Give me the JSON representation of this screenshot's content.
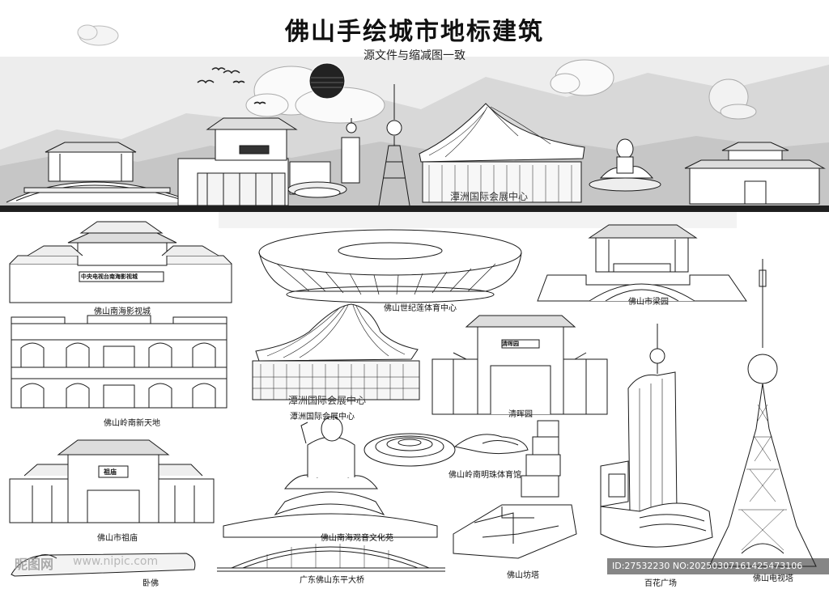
{
  "header": {
    "title": "佛山手绘城市地标建筑",
    "subtitle": "源文件与缩减图一致"
  },
  "skyline": {
    "center_sign": "潭洲国际会展中心"
  },
  "buildings": {
    "nanhai_film_city": {
      "label": "佛山南海影视城",
      "sign": "中央电视台南海影视城"
    },
    "century_lotus": {
      "label": "佛山世纪莲体育中心"
    },
    "liang_garden": {
      "label": "佛山市梁园"
    },
    "lingnan_tiandi": {
      "label": "佛山岭南新天地"
    },
    "tanzhou_expo": {
      "label": "潭洲国际会展中心",
      "sign": "潭洲国际会展中心"
    },
    "qinghui_garden": {
      "label": "清晖园",
      "sign": "清晖园"
    },
    "ancestral_temple": {
      "label": "佛山市祖庙",
      "sign": "祖庙"
    },
    "mingzhu_gym": {
      "label": "佛山岭南明珠体育馆"
    },
    "guanyin_park": {
      "label": "佛山南海观音文化苑"
    },
    "baihua_plaza": {
      "label": "百花广场"
    },
    "tv_tower": {
      "label": "佛山电视塔"
    },
    "fang_tower": {
      "label": "佛山坊塔"
    },
    "dongping_bridge": {
      "label": "广东佛山东平大桥"
    },
    "reclining_buddha": {
      "label": "卧佛"
    }
  },
  "watermark": {
    "logo_text": "昵图网",
    "url": "www.nipic.com",
    "id_text": "ID:27532230 NO:20250307161425473106"
  },
  "colors": {
    "sky_gray": "#e6e6e6",
    "mountain_gray": "#c9c9c9",
    "ink": "#1a1a1a",
    "ground_bar": "#222222"
  }
}
